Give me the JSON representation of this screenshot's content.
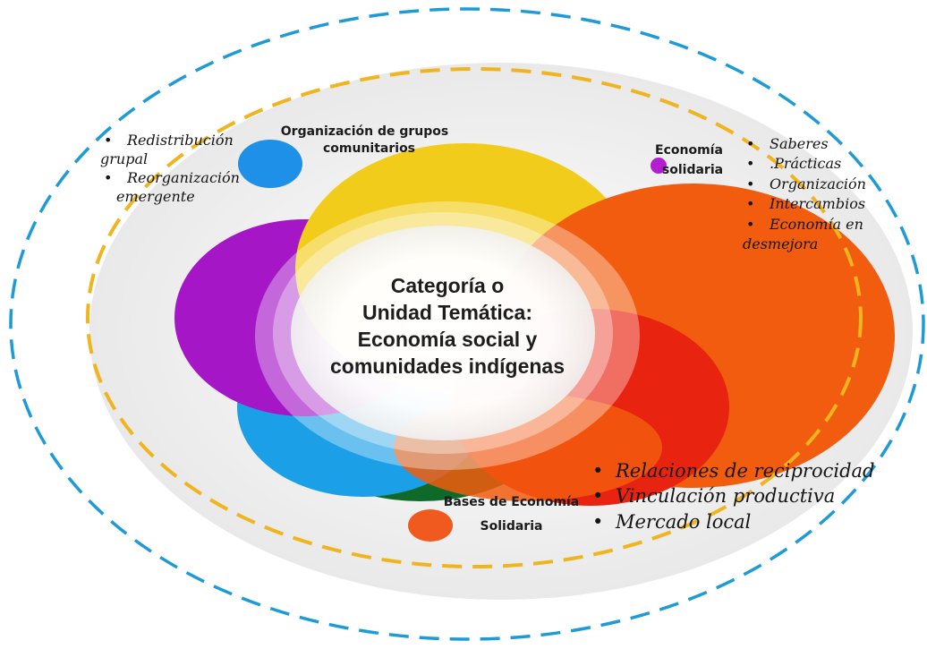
{
  "center": {
    "lines": [
      "Categoría o",
      "Unidad Temática:",
      "Economía social y",
      "comunidades indígenas"
    ]
  },
  "nodes": {
    "grupos": {
      "lines": [
        "Organización de grupos",
        "comunitarios"
      ],
      "dot_color": "#1e90e8"
    },
    "economia": {
      "lines": [
        "Economía",
        "solidaria"
      ],
      "dot_color": "#b31fd0"
    },
    "bases": {
      "lines": [
        "Bases de Economía",
        "Solidaria"
      ],
      "dot_color": "#f05a1e"
    }
  },
  "bullets": {
    "left": [
      {
        "text": "Redistribución",
        "cont": "grupal"
      },
      {
        "text": "Reorganización",
        "cont": "emergente"
      }
    ],
    "right": [
      {
        "text": "Saberes"
      },
      {
        "text": ".Prácticas"
      },
      {
        "text": "Organización"
      },
      {
        "text": "Intercambios"
      },
      {
        "text": "Economía en",
        "cont": "desmejora"
      }
    ],
    "bottom": [
      {
        "text": "Relaciones de reciprocidad"
      },
      {
        "text": "Vinculación productiva"
      },
      {
        "text": "Mercado local"
      }
    ]
  },
  "colors": {
    "outer_dash": "#1e9bd7",
    "inner_dash": "#f0b41e",
    "yellow": "#f2cc1a",
    "orange": "#f25c0e",
    "red": "#e8230f",
    "purple": "#a516c6",
    "blue": "#1b9fe6",
    "green": "#0f6a2a"
  }
}
